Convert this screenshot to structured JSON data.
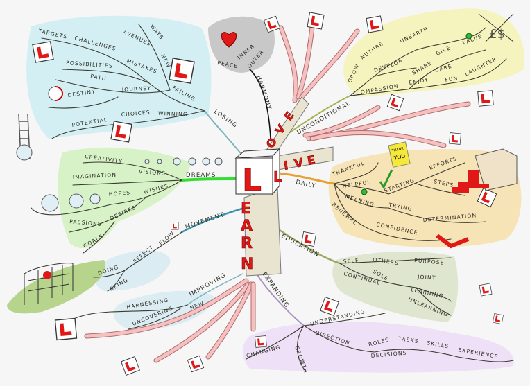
{
  "center": {
    "title": "LEARN",
    "letters": [
      "L",
      "E",
      "A",
      "R",
      "N"
    ],
    "love": [
      "L",
      "O",
      "V",
      "E"
    ],
    "live": [
      "L",
      "I",
      "V",
      "E"
    ],
    "cube_letter": "L"
  },
  "harmony": {
    "label": "HARMONY",
    "items": [
      "PEACE",
      "INNER",
      "OUTER"
    ]
  },
  "losing": {
    "label": "LOSING",
    "items": [
      "TARGETS",
      "CHALLENGES",
      "AVENUES",
      "WAYS",
      "NEW",
      "POSSIBILITIES",
      "MISTAKES",
      "PATH",
      "JOURNEY",
      "FAILING",
      "DESTINY",
      "POTENTIAL",
      "CHOICES",
      "WINNING"
    ]
  },
  "unconditional": {
    "label": "UNCONDITIONAL",
    "items": [
      "GROW",
      "NUTURE",
      "UNEARTH",
      "DEVELOP",
      "SHARE",
      "GIVE",
      "VALUE",
      "CARE",
      "COMPASSION",
      "ENJOY",
      "FUN",
      "LAUGHTER"
    ]
  },
  "daily": {
    "label": "DAILY",
    "items": [
      "THANKFUL",
      "HELPFUL",
      "MEANING",
      "STARTING",
      "EFFORTS",
      "STEPS",
      "TRYING",
      "DETERMINATION",
      "RENEWAL",
      "CONFIDENCE"
    ],
    "card": [
      "THANK",
      "YOU"
    ]
  },
  "education": {
    "label": "EDUCATION",
    "items": [
      "SELF",
      "OTHERS",
      "PURPOSE",
      "SOLE",
      "JOINT",
      "CONTINUAL",
      "LEARNING",
      "UNLEARNING"
    ]
  },
  "expanding": {
    "label": "EXPANDING",
    "items": [
      "UNDERSTANDING",
      "CHANGING",
      "DIRECTION",
      "GROWTH",
      "ROLES",
      "TASKS",
      "SKILLS",
      "DECISIONS",
      "EXPERIENCE"
    ]
  },
  "dreams": {
    "label": "DREAMS",
    "items": [
      "CREATIVITY",
      "IMAGINATION",
      "VISIONS",
      "HOPES",
      "WISHES",
      "PASSIONS",
      "DESIRES",
      "GOALS"
    ]
  },
  "movement": {
    "label": "MOVEMENT",
    "items": [
      "EFFECT",
      "FLOW",
      "DOING",
      "BEING"
    ]
  },
  "improving": {
    "label": "IMPROVING",
    "items": [
      "HARNESSING",
      "UNCOVERING",
      "NEW"
    ]
  },
  "colors": {
    "red": "#e01818",
    "blue_blob": "#d3eff3",
    "yellow_blob": "#f5f4bf",
    "tan_blob": "#f6e3b6",
    "green_blob": "#d8f2c8",
    "sage_blob": "#dfe6d0",
    "lavender_blob": "#eee0f6",
    "grey_blob": "#c8c8c8",
    "pink_arrow": "#f5c0c0"
  }
}
